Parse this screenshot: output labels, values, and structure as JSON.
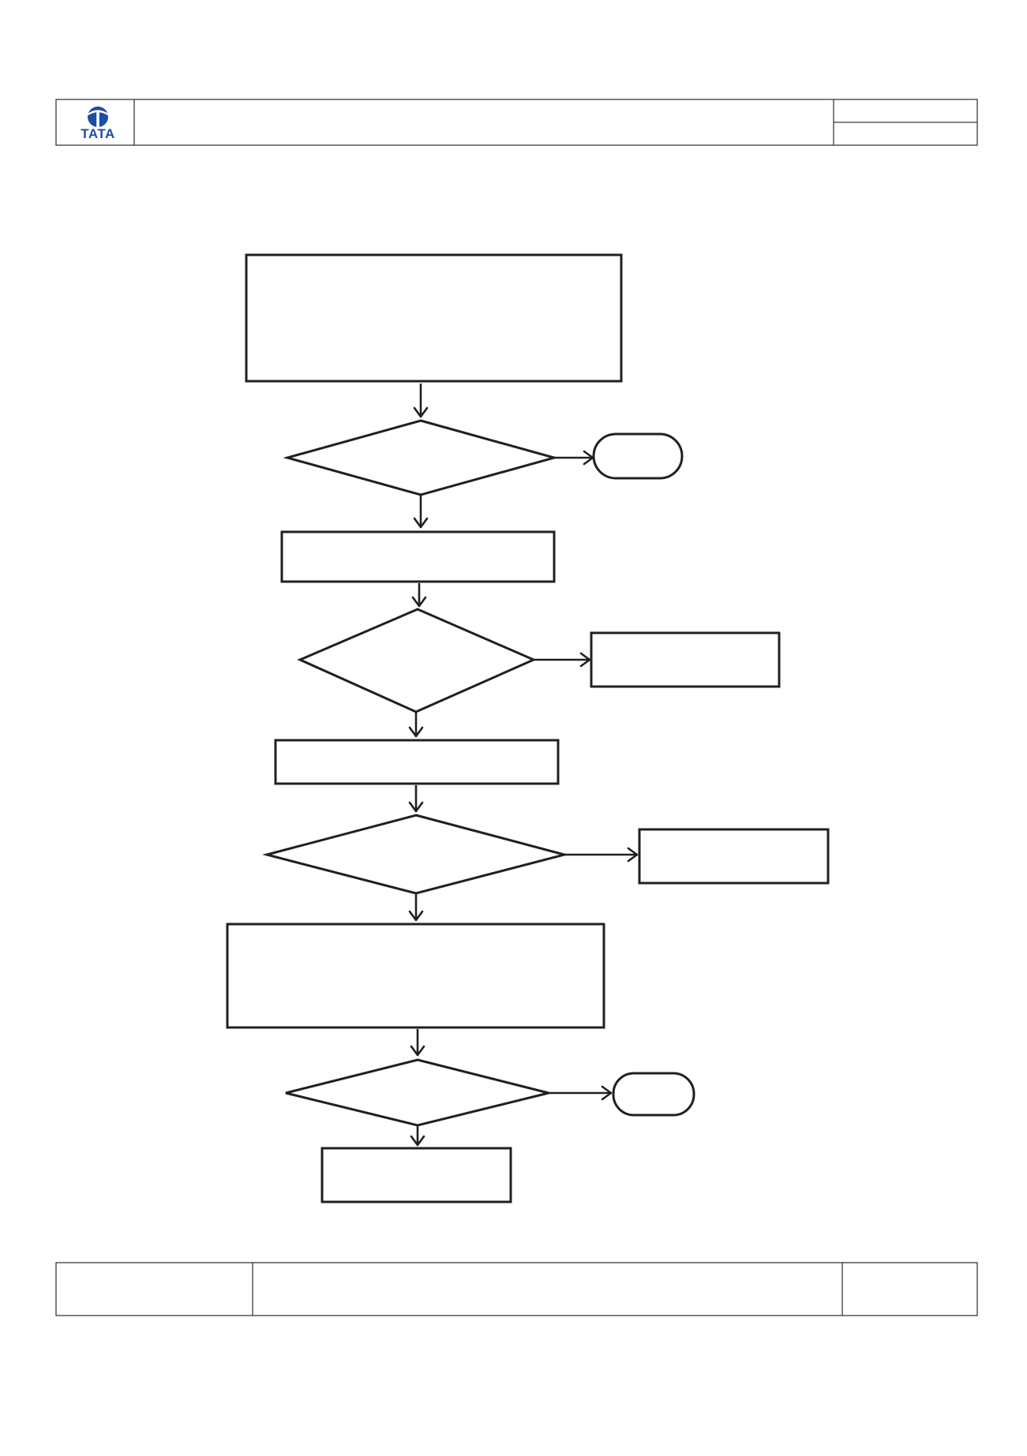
{
  "header": {
    "logo_text": "TATA",
    "brand_color": "#1e4ea2"
  },
  "diagram": {
    "line_color": "#231f20",
    "node_count": 13,
    "nodes": [
      {
        "name": "process-box-1",
        "shape": "rectangle",
        "text": ""
      },
      {
        "name": "decision-1",
        "shape": "diamond",
        "text": ""
      },
      {
        "name": "terminal-1",
        "shape": "rounded-terminal",
        "text": ""
      },
      {
        "name": "process-box-2",
        "shape": "rectangle",
        "text": ""
      },
      {
        "name": "decision-2",
        "shape": "diamond",
        "text": ""
      },
      {
        "name": "side-box-1",
        "shape": "rectangle",
        "text": ""
      },
      {
        "name": "process-box-3",
        "shape": "rectangle",
        "text": ""
      },
      {
        "name": "decision-3",
        "shape": "diamond",
        "text": ""
      },
      {
        "name": "side-box-2",
        "shape": "rectangle",
        "text": ""
      },
      {
        "name": "process-box-4",
        "shape": "rectangle",
        "text": ""
      },
      {
        "name": "decision-4",
        "shape": "diamond",
        "text": ""
      },
      {
        "name": "terminal-2",
        "shape": "rounded-terminal",
        "text": ""
      },
      {
        "name": "process-box-5",
        "shape": "rectangle",
        "text": ""
      }
    ]
  }
}
